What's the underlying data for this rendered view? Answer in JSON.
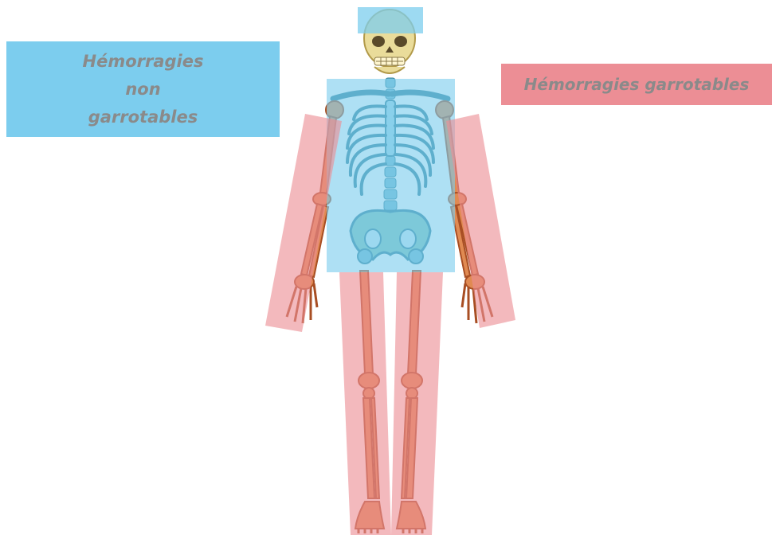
{
  "legend": {
    "non_tourniquet": {
      "line1": "Hémorragies",
      "line2": "non",
      "line3": "garrotables"
    },
    "tourniquet": {
      "label": "Hémorragies garrotables"
    }
  },
  "colors": {
    "non_tourniquet_zone": "#7ccdee",
    "tourniquet_zone": "#ec8e95",
    "bone": "#e08a52",
    "bone_in_blue_zone": "#6fb8cf",
    "skull": "#eadc9a",
    "legend_text": "#8a8a8a"
  },
  "zones": [
    {
      "region": "head",
      "category": "non_tourniquet"
    },
    {
      "region": "trunk",
      "category": "non_tourniquet"
    },
    {
      "region": "right-arm",
      "category": "tourniquet"
    },
    {
      "region": "left-arm",
      "category": "tourniquet"
    },
    {
      "region": "right-leg",
      "category": "tourniquet"
    },
    {
      "region": "left-leg",
      "category": "tourniquet"
    }
  ]
}
